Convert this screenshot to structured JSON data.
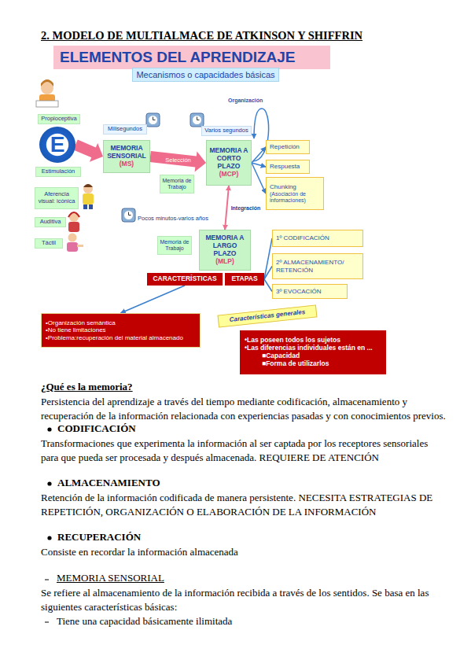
{
  "diagram": {
    "title": "2. MODELO DE MULTIALMACE DE ATKINSON Y SHIFFRIN",
    "nodes": [
      {
        "text": [
          "ELEMENTOS DEL APRENDIZAJE"
        ]
      },
      {
        "text": [
          "Mecanismos o capacidades básicas"
        ]
      },
      {
        "text": [
          "Propioceptiva"
        ]
      },
      {
        "text": [
          "E"
        ]
      },
      {
        "text": [
          "Estimulación"
        ]
      },
      {
        "text": [
          "Aferencia visual: icónica"
        ]
      },
      {
        "text": [
          "Auditiva"
        ]
      },
      {
        "text": [
          "Táctil"
        ]
      },
      {
        "text": [
          "Milisegundos"
        ]
      },
      {
        "text": [
          "MEMORIA SENSORIAL",
          "(MS)"
        ]
      },
      {
        "text": [
          "Varios segundos"
        ]
      },
      {
        "text": [
          "MEMORIA A CORTO PLAZO",
          "(MCP)"
        ]
      },
      {
        "text": [
          "Memoria de Trabajo"
        ]
      },
      {
        "text": [
          "Repetición"
        ]
      },
      {
        "text": [
          "Respuesta"
        ]
      },
      {
        "text": [
          "Chunking",
          "(Asociación de informaciones)"
        ]
      },
      {
        "text": [
          "Memoria de Trabajo"
        ]
      },
      {
        "text": [
          "MEMORIA A LARGO PLAZO",
          "(MLP)"
        ]
      },
      {
        "text": [
          "CARACTERÍSTICAS"
        ]
      },
      {
        "text": [
          "ETAPAS"
        ]
      },
      {
        "text": [
          "1º CODIFICACIÓN"
        ]
      },
      {
        "text": [
          "2º ALMACENAMIENTO/ RETENCIÓN"
        ]
      },
      {
        "text": [
          "3º EVOCACIÓN"
        ]
      },
      {
        "text": [
          "•Organización semántica",
          "•No tiene limitaciones",
          "•Problema:recuperación del material almacenado"
        ]
      },
      {
        "text": [
          "Características generales"
        ]
      },
      {
        "text": [
          "•Las poseen todos los sujetos",
          "•Las diferencias individuales están en ...",
          "■Capacidad",
          "■Forma de utilizarlos"
        ]
      }
    ],
    "edges": [
      {
        "from": 3,
        "to": 9,
        "arrow": "to"
      },
      {
        "from": 9,
        "to": 11,
        "label": "Selección",
        "arrow": "to"
      },
      {
        "from": 11,
        "to": 13,
        "arrow": "to"
      },
      {
        "from": 11,
        "to": 14,
        "arrow": "to"
      },
      {
        "from": 11,
        "to": 15,
        "arrow": "to"
      },
      {
        "from": 11,
        "to": 17,
        "label": "Integración",
        "arrow": "both"
      },
      {
        "from": 19,
        "to": 20,
        "arrow": "none"
      },
      {
        "from": 19,
        "to": 21,
        "arrow": "none"
      },
      {
        "from": 19,
        "to": 22,
        "arrow": "none"
      },
      {
        "from": 18,
        "to": 23,
        "arrow": "to"
      }
    ],
    "labels": [
      "Organización",
      "Pocos minutos-varios años",
      "¿Qué es la memoria?",
      "Persistencia del aprendizaje a través del tiempo mediante codificación, almacenamiento y recuperación de la información relacionada con experiencias pasadas y con conocimientos previos.",
      "CODIFICACIÓN",
      "Transformaciones que experimenta la información al ser captada por los receptores sensoriales para que pueda ser procesada y después almacenada. REQUIERE DE ATENCIÓN",
      "ALMACENAMIENTO",
      "Retención de la información codificada de manera persistente. NECESITA ESTRATEGIAS DE REPETICIÓN, ORGANIZACIÓN O ELABORACIÓN DE LA INFORMACIÓN",
      "RECUPERACIÓN",
      "Consiste en recordar la información almacenada",
      "MEMORIA SENSORIAL",
      "Se refiere al almacenamiento de la información recibida a través de los sentidos. Se basa en las siguientes características básicas:",
      "Tiene una capacidad básicamente ilimitada"
    ]
  }
}
